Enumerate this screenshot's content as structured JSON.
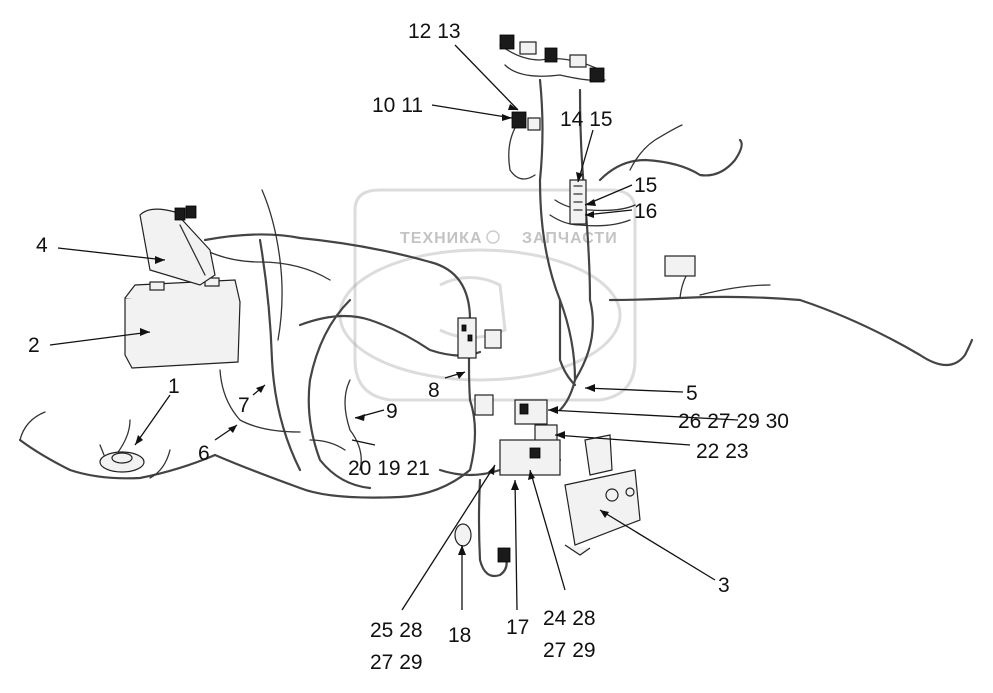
{
  "watermark": {
    "text_left": "ТЕХНИКА",
    "text_right": "ЗАПЧАСТИ",
    "logo": "ЭП"
  },
  "callouts": {
    "c1": "1",
    "c2": "2",
    "c3": "3",
    "c4": "4",
    "c5": "5",
    "c6": "6",
    "c7": "7",
    "c8": "8",
    "c9": "9",
    "c10_11": "10 11",
    "c12_13": "12 13",
    "c14_15": "14 15",
    "c15": "15",
    "c16": "16",
    "c17": "17",
    "c18": "18",
    "c20_19_21": "20 19 21",
    "c22_23": "22 23",
    "c24_28": "24 28",
    "c27_29_b": "27 29",
    "c25_28": "25 28",
    "c27_29_a": "27 29",
    "c26_30": "26 27 29 30"
  }
}
